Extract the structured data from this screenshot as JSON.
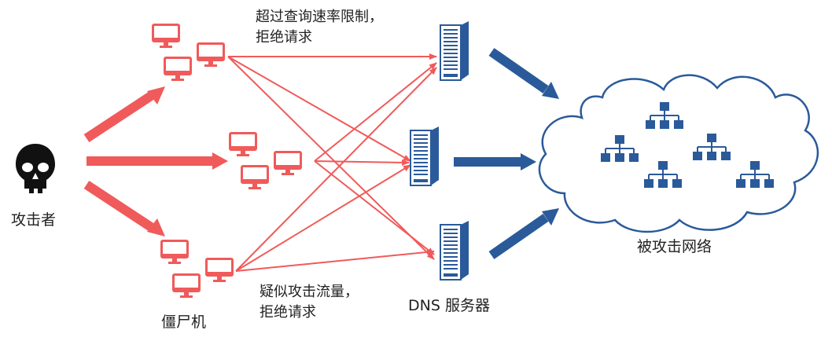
{
  "labels": {
    "attacker": "攻击者",
    "zombies": "僵尸机",
    "dns_servers": "DNS 服务器",
    "target_network": "被攻击网络",
    "rate_limit_line1": "超过查询速率限制，",
    "rate_limit_line2": "拒绝请求",
    "suspected_line1": "疑似攻击流量，",
    "suspected_line2": "拒绝请求"
  },
  "colors": {
    "red": "#f05a5a",
    "blue": "#2a5a9a",
    "outline": "#2a5a9a",
    "black": "#111111"
  },
  "icons": {
    "attacker": "skull-icon",
    "zombie": "monitor-icon",
    "server": "server-icon",
    "network": "cloud-icon",
    "topology": "hierarchy-icon"
  }
}
